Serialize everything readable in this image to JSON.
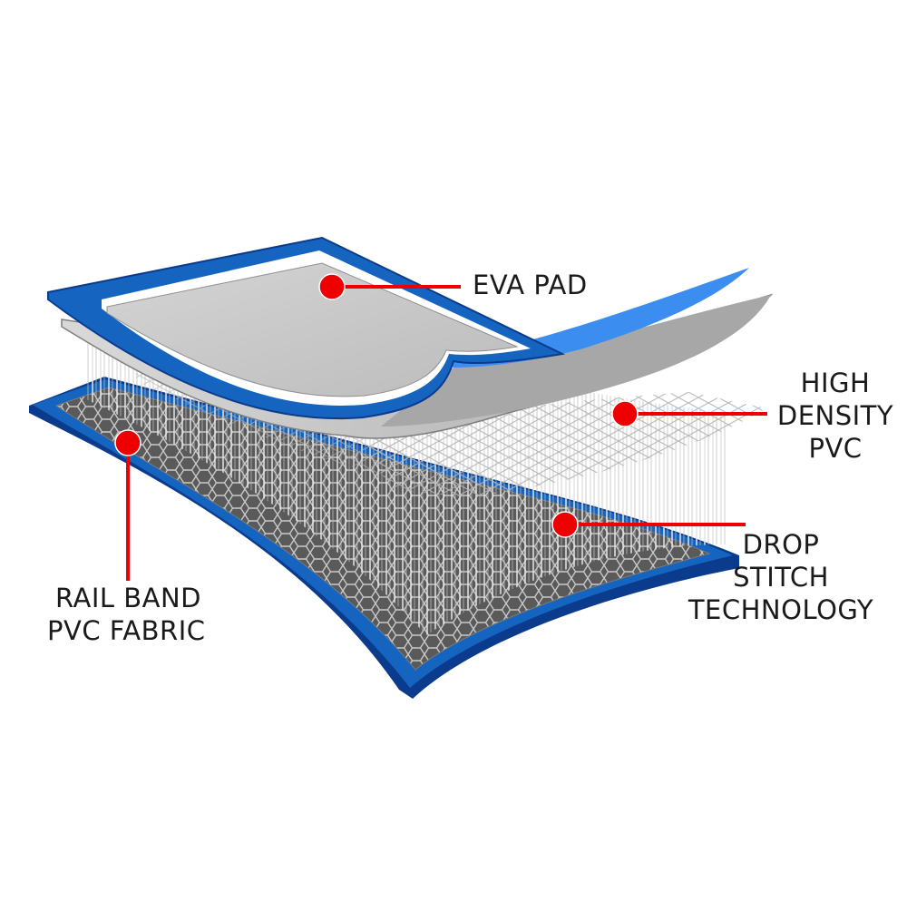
{
  "labels": {
    "eva_pad": [
      "EVA PAD"
    ],
    "high_density_pvc": [
      "HIGH",
      "DENSITY",
      "PVC"
    ],
    "drop_stitch": [
      "DROP",
      "STITCH",
      "TECHNOLOGY"
    ],
    "rail_band": [
      "RAIL BAND",
      "PVC FABRIC"
    ]
  },
  "colors": {
    "rail_blue": "#1565c0",
    "rail_dark_blue": "#0b3b8c",
    "light_blue": "#3b8ef0",
    "pad_gray": "#c8c8c8",
    "pad_dark": "#8a8a8a",
    "mesh_dark": "#5f5f5f",
    "marker_red": "#ee0000"
  }
}
